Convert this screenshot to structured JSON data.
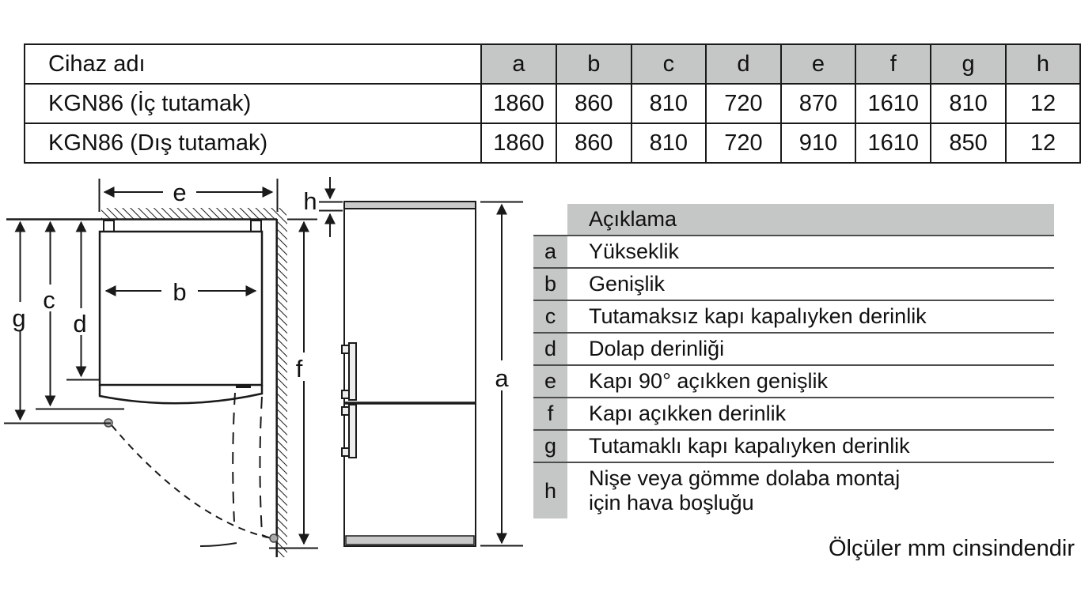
{
  "table": {
    "header_label": "Cihaz adı",
    "columns": [
      "a",
      "b",
      "c",
      "d",
      "e",
      "f",
      "g",
      "h"
    ],
    "rows": [
      {
        "name": "KGN86 (İç tutamak)",
        "values": [
          "1860",
          "860",
          "810",
          "720",
          "870",
          "1610",
          "810",
          "12"
        ]
      },
      {
        "name": "KGN86 (Dış tutamak)",
        "values": [
          "1860",
          "860",
          "810",
          "720",
          "910",
          "1610",
          "850",
          "12"
        ]
      }
    ]
  },
  "diagram": {
    "labels": {
      "a": "a",
      "b": "b",
      "c": "c",
      "d": "d",
      "e": "e",
      "f": "f",
      "g": "g",
      "h": "h"
    }
  },
  "legend": {
    "title": "Açıklama",
    "items": [
      {
        "key": "a",
        "text": "Yükseklik"
      },
      {
        "key": "b",
        "text": "Genişlik"
      },
      {
        "key": "c",
        "text": "Tutamaksız kapı kapalıyken derinlik"
      },
      {
        "key": "d",
        "text": "Dolap derinliği"
      },
      {
        "key": "e",
        "text": "Kapı 90° açıkken genişlik"
      },
      {
        "key": "f",
        "text": "Kapı açıkken derinlik"
      },
      {
        "key": "g",
        "text": "Tutamaklı kapı kapalıyken derinlik"
      },
      {
        "key": "h",
        "text": "Nişe veya gömme dolaba montaj için hava boşluğu"
      }
    ]
  },
  "note": "Ölçüler mm cinsindendir",
  "colors": {
    "header_gray": "#c5c6c6",
    "line": "#1a1a1a",
    "appliance_gray": "#c9c9c9"
  }
}
